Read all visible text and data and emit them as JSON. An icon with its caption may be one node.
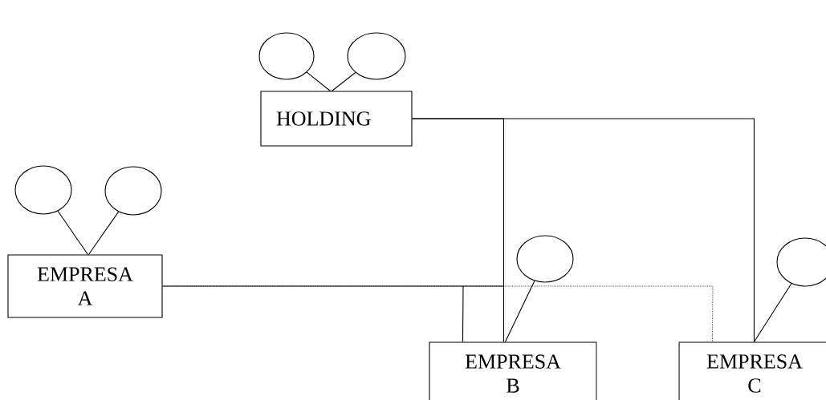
{
  "diagram": {
    "nodes": [
      {
        "text": [],
        "shape": "ellipse"
      },
      {
        "text": [],
        "shape": "ellipse"
      },
      {
        "text": [
          "HOLDING"
        ]
      },
      {
        "text": [],
        "shape": "ellipse"
      },
      {
        "text": [],
        "shape": "ellipse"
      },
      {
        "text": [
          "EMPRESA A"
        ]
      },
      {
        "text": [],
        "shape": "ellipse"
      },
      {
        "text": [],
        "shape": "ellipse"
      },
      {
        "text": [
          "EMPRESA B"
        ]
      },
      {
        "text": [
          "EMPRESA C"
        ]
      }
    ],
    "edges": [
      {
        "from": 0,
        "to": 2,
        "arrow": "none"
      },
      {
        "from": 1,
        "to": 2,
        "arrow": "none"
      },
      {
        "from": 3,
        "to": 5,
        "arrow": "none"
      },
      {
        "from": 4,
        "to": 5,
        "arrow": "none"
      },
      {
        "from": 2,
        "to": 8,
        "arrow": "none"
      },
      {
        "from": 2,
        "to": 9,
        "arrow": "none"
      },
      {
        "from": 5,
        "to": 8,
        "arrow": "none"
      },
      {
        "from": 5,
        "to": 9,
        "arrow": "none",
        "style": "dashed"
      },
      {
        "from": 6,
        "to": 8,
        "arrow": "none"
      },
      {
        "from": 7,
        "to": 9,
        "arrow": "none"
      }
    ]
  }
}
